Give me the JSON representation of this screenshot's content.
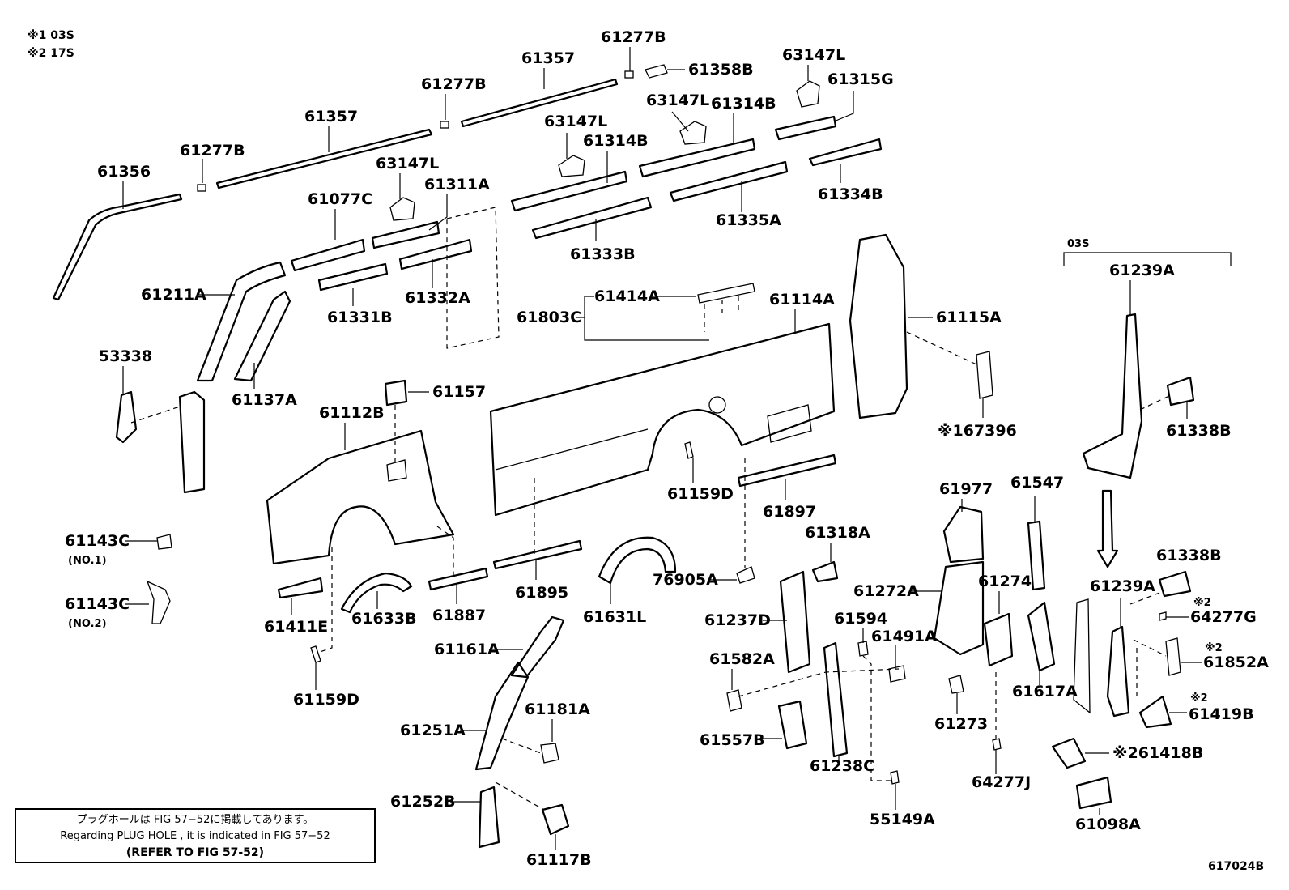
{
  "notes": {
    "n1": "※1 03S",
    "n2": "※2 17S"
  },
  "ref_box": {
    "jp": "プラグホールは FIG 57−52に掲載してあります。",
    "en": "Regarding  PLUG  HOLE , it is indicated in  FIG  57−52",
    "bold": "(REFER  TO  FIG  57-52)"
  },
  "figure_id": "617024B",
  "group_label": "03S",
  "labels": {
    "l61277B_top": "61277B",
    "l61357_top": "61357",
    "l61358B": "61358B",
    "l63147L_top": "63147L",
    "l61315G": "61315G",
    "l61277B_mid": "61277B",
    "l63147L_mid2": "63147L",
    "l61314B_right": "61314B",
    "l61357_left": "61357",
    "l63147L_mid": "63147L",
    "l61314B_mid": "61314B",
    "l61277B_left": "61277B",
    "l63147L_left": "63147L",
    "l61356": "61356",
    "l61311A": "61311A",
    "l61334B": "61334B",
    "l61077C": "61077C",
    "l61335A": "61335A",
    "l61333B": "61333B",
    "l61211A": "61211A",
    "l61332A": "61332A",
    "l61414A": "61414A",
    "l61114A": "61114A",
    "l61115A": "61115A",
    "l61331B": "61331B",
    "l61803C": "61803C",
    "l53338": "53338",
    "l61137A": "61137A",
    "l61157": "61157",
    "l67396": "※167396",
    "l61239A_top": "61239A",
    "l61338B_top": "61338B",
    "l61112B": "61112B",
    "l61159D_mid": "61159D",
    "l61897": "61897",
    "l61977": "61977",
    "l61547": "61547",
    "l61143C_1": "61143C",
    "l61143C_1_sub": "(NO.1)",
    "l61318A": "61318A",
    "l61338B_bottom": "61338B",
    "l61143C_2": "61143C",
    "l61143C_2_sub": "(NO.2)",
    "l76905A": "76905A",
    "l61272A": "61272A",
    "l61274": "61274",
    "l61239A_bottom": "61239A",
    "l61411E": "61411E",
    "l61633B": "61633B",
    "l61887": "61887",
    "l61895": "61895",
    "l61631L": "61631L",
    "l61237D": "61237D",
    "l61594": "61594",
    "l64277G": "64277G",
    "l61161A": "61161A",
    "l61491A": "61491A",
    "l61582A": "61582A",
    "l61852A": "61852A",
    "l61159D_bottom": "61159D",
    "l61617A": "61617A",
    "l61181A": "61181A",
    "l61419B": "61419B",
    "l61251A": "61251A",
    "l61273": "61273",
    "l61557B": "61557B",
    "l61418B": "※261418B",
    "l61238C": "61238C",
    "l64277J": "64277J",
    "l61252B": "61252B",
    "l55149A": "55149A",
    "l61098A": "61098A",
    "l61117B": "61117B",
    "mark_64277G": "※2",
    "mark_61852A": "※2",
    "mark_61419B": "※2"
  }
}
